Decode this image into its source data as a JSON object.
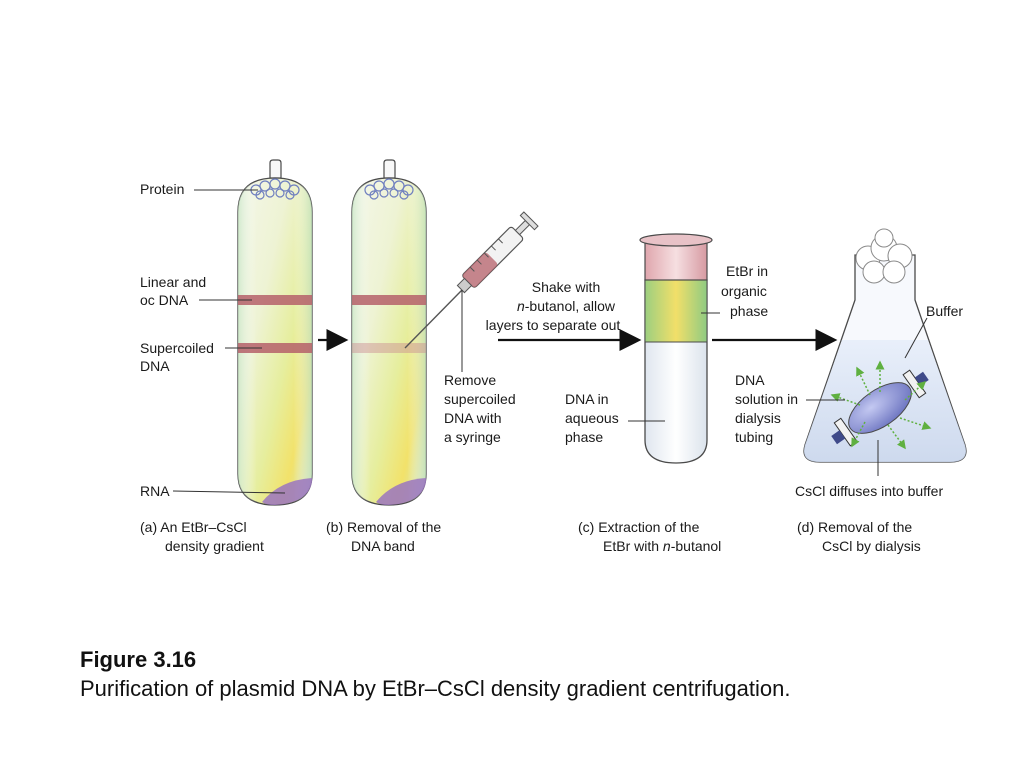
{
  "labels": {
    "protein": "Protein",
    "linear_oc_1": "Linear and",
    "linear_oc_2": "oc DNA",
    "supercoiled_1": "Supercoiled",
    "supercoiled_2": "DNA",
    "rna": "RNA",
    "remove_1": "Remove",
    "remove_2": "supercoiled",
    "remove_3": "DNA with",
    "remove_4": "a syringe",
    "shake_1": "Shake with",
    "shake_2_italic": "n",
    "shake_2_rest": "-butanol, allow",
    "shake_3": "layers to separate out",
    "etbr_org_1": "EtBr in",
    "etbr_org_2": "organic",
    "etbr_org_3": "phase",
    "dna_aq_1": "DNA in",
    "dna_aq_2": "aqueous",
    "dna_aq_3": "phase",
    "dna_sol_1": "DNA",
    "dna_sol_2": "solution in",
    "dna_sol_3": "dialysis",
    "dna_sol_4": "tubing",
    "buffer": "Buffer",
    "cscl_diffuses": "CsCl diffuses into buffer"
  },
  "panels": {
    "a_1": "(a)  An EtBr–CsCl",
    "a_2": "density gradient",
    "b_1": "(b)  Removal of the",
    "b_2": "DNA band",
    "c_1": "(c)  Extraction of the",
    "c_2_pre": "EtBr with ",
    "c_2_italic": "n",
    "c_2_post": "-butanol",
    "d_1": "(d)  Removal of the",
    "d_2": "CsCl by dialysis"
  },
  "caption": {
    "title": "Figure 3.16",
    "text": "Purification of plasmid DNA by EtBr–CsCl density gradient centrifugation."
  },
  "colors": {
    "band": "#b5606a",
    "tube_outline": "#4a4a4a",
    "arrow": "#111111",
    "dialysis_bag": "#7b84c9",
    "diffusion_arrow": "#5fb040"
  }
}
